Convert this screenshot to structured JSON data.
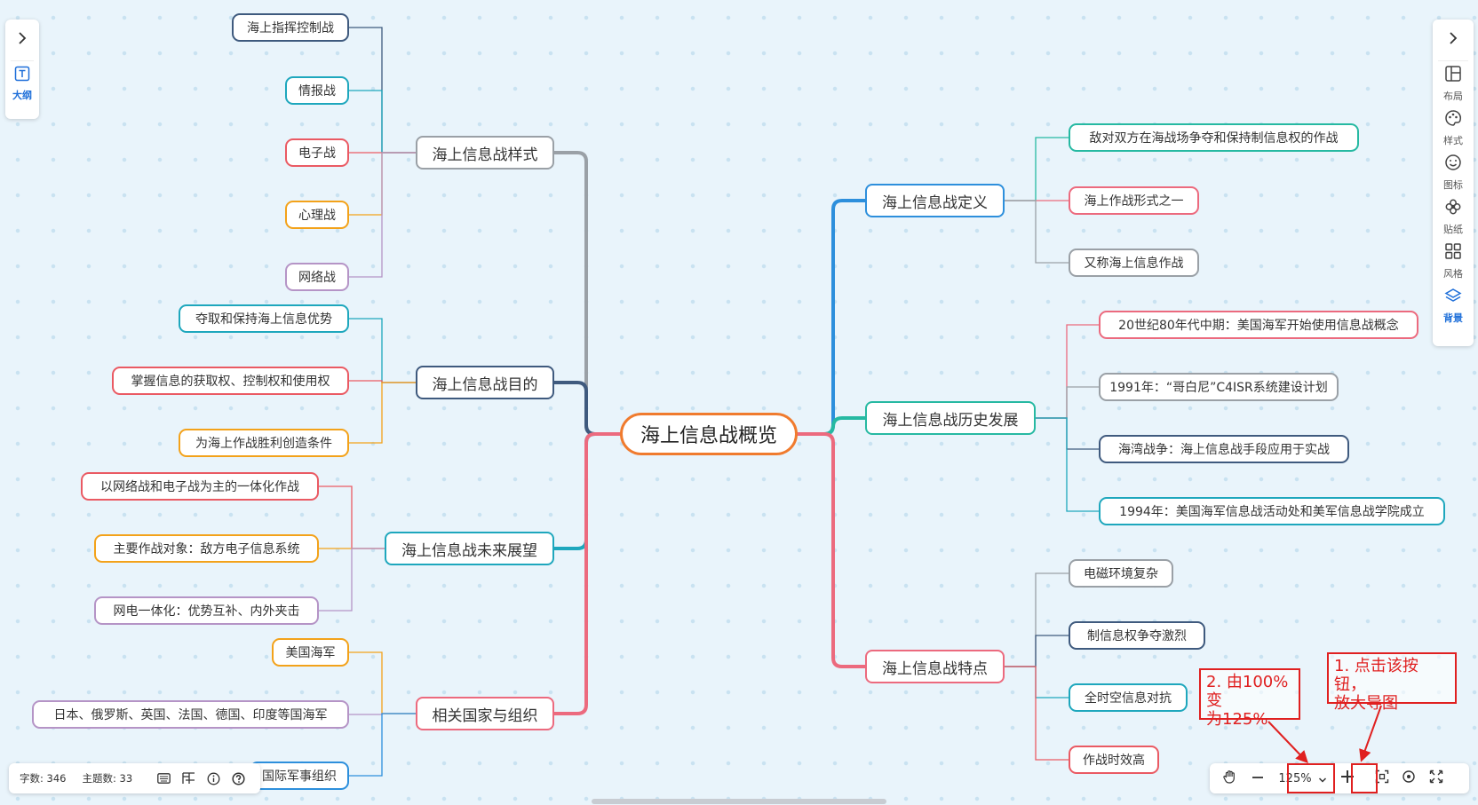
{
  "mindmap": {
    "root": "海上信息战概览",
    "left_branches": [
      {
        "label": "海上信息战样式",
        "children": [
          "海上指挥控制战",
          "情报战",
          "电子战",
          "心理战",
          "网络战"
        ]
      },
      {
        "label": "海上信息战目的",
        "children": [
          "夺取和保持海上信息优势",
          "掌握信息的获取权、控制权和使用权",
          "为海上作战胜利创造条件"
        ]
      },
      {
        "label": "海上信息战未来展望",
        "children": [
          "以网络战和电子战为主的一体化作战",
          "主要作战对象：敌方电子信息系统",
          "网电一体化：优势互补、内外夹击"
        ]
      },
      {
        "label": "相关国家与组织",
        "children": [
          "美国海军",
          "日本、俄罗斯、英国、法国、德国、印度等国海军",
          "国际军事组织"
        ]
      }
    ],
    "right_branches": [
      {
        "label": "海上信息战定义",
        "children": [
          "敌对双方在海战场争夺和保持制信息权的作战",
          "海上作战形式之一",
          "又称海上信息作战"
        ]
      },
      {
        "label": "海上信息战历史发展",
        "children": [
          "20世纪80年代中期：美国海军开始使用信息战概念",
          "1991年：“哥白尼”C4ISR系统建设计划",
          "海湾战争：海上信息战手段应用于实战",
          "1994年：美国海军信息战活动处和美军信息战学院成立"
        ]
      },
      {
        "label": "海上信息战特点",
        "children": [
          "电磁环境复杂",
          "制信息权争夺激烈",
          "全时空信息对抗",
          "作战时效高"
        ]
      }
    ]
  },
  "colors": {
    "gray": "#9aa0a6",
    "navy": "#3f5a7e",
    "teal": "#1ea7bd",
    "pink": "#ec6a7e",
    "blue": "#2d8fdc",
    "green": "#26b9a2",
    "orange": "#f3a21a",
    "red": "#ea5a63",
    "purple": "#b594c6",
    "root": "#f07b2e",
    "annotation": "#e02020"
  },
  "left_toolbar": {
    "expand_icon": "chevron-right-icon",
    "outline_label": "大纲"
  },
  "right_toolbar": {
    "expand_icon": "chevron-right-icon",
    "items": [
      {
        "label": "布局",
        "icon": "layout-icon"
      },
      {
        "label": "样式",
        "icon": "palette-icon"
      },
      {
        "label": "图标",
        "icon": "smiley-icon"
      },
      {
        "label": "贴纸",
        "icon": "sticker-icon"
      },
      {
        "label": "风格",
        "icon": "grid-icon"
      },
      {
        "label": "背景",
        "icon": "layers-icon"
      }
    ]
  },
  "status_bar": {
    "word_count": "字数: 346",
    "topic_count": "主题数: 33",
    "icons": [
      "keyboard-icon",
      "minimap-icon",
      "info-icon",
      "help-icon"
    ]
  },
  "zoom_bar": {
    "zoom_value": "125%",
    "icons": [
      "hand-icon",
      "zoom-out-icon",
      "dropdown-icon",
      "zoom-in-icon",
      "fit-screen-icon",
      "locate-center-icon",
      "fullscreen-icon"
    ]
  },
  "annotations": [
    {
      "text": "1. 点击该按钮，\n放大导图"
    },
    {
      "text": "2. 由100%变\n为125%"
    }
  ]
}
